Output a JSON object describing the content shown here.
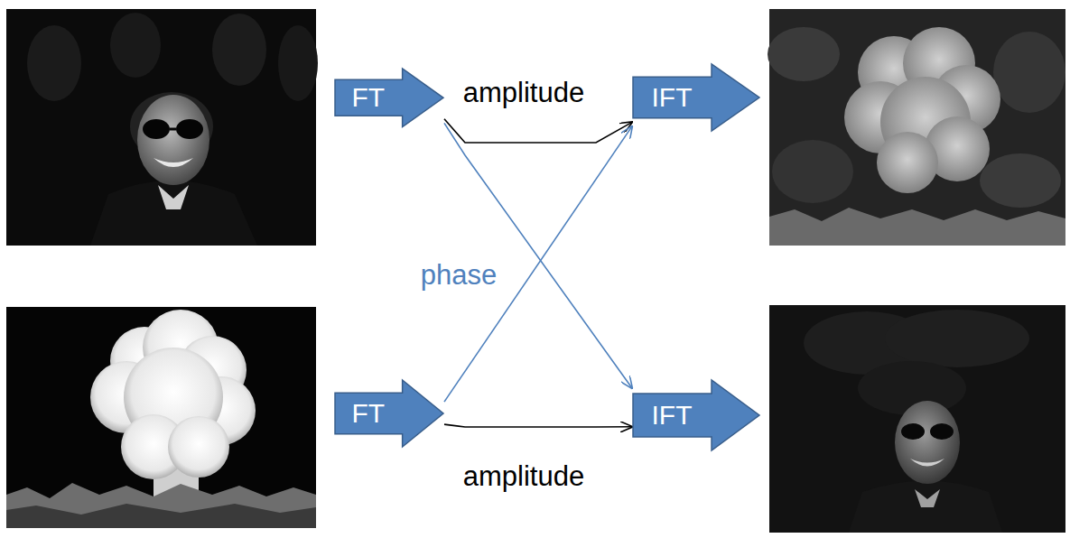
{
  "diagram": {
    "nodes": [
      {
        "text": [
          "FT"
        ]
      },
      {
        "text": [
          "IFT"
        ]
      },
      {
        "text": [
          "FT"
        ]
      },
      {
        "text": [
          "IFT"
        ]
      }
    ],
    "edges": [
      {
        "from": 0,
        "to": 1,
        "label": "amplitude",
        "arrow": "to"
      },
      {
        "from": 0,
        "to": 3,
        "label": "phase",
        "arrow": "to"
      },
      {
        "from": 2,
        "to": 1,
        "arrow": "to"
      },
      {
        "from": 2,
        "to": 3,
        "label": "amplitude",
        "arrow": "to"
      }
    ]
  }
}
